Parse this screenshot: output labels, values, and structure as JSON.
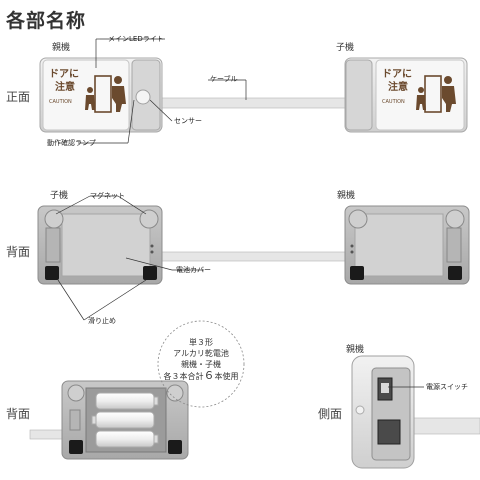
{
  "title": "各部名称",
  "sections": {
    "front": "正面",
    "back1": "背面",
    "back2": "背面",
    "side": "側面"
  },
  "units": {
    "parent_front": "親機",
    "child_front": "子機",
    "child_back": "子機",
    "parent_back": "親機",
    "parent_side": "親機"
  },
  "callouts": {
    "main_led": "メインLEDライト",
    "cable": "ケーブル",
    "sensor": "センサー",
    "check_lamp": "動作確認ランプ",
    "magnet": "マグネット",
    "battery_cover": "電池カバー",
    "anti_slip": "滑り止め",
    "power_switch": "電源スイッチ"
  },
  "sticker": {
    "line1": "ドアに",
    "line2": "注意",
    "caption": "CAUTION"
  },
  "battery_note": {
    "line1": "単３形",
    "line2": "アルカリ乾電池",
    "line3": "親機・子機",
    "line4_prefix": "各３本合計",
    "line4_number": "６",
    "line4_suffix": "本使用"
  },
  "colors": {
    "device_body": "#dcdcdc",
    "device_shadow": "#9c9c9c",
    "sticker_text": "#6b4a2e",
    "foot": "#1a1a1a",
    "cable": "#e6e6e6"
  }
}
